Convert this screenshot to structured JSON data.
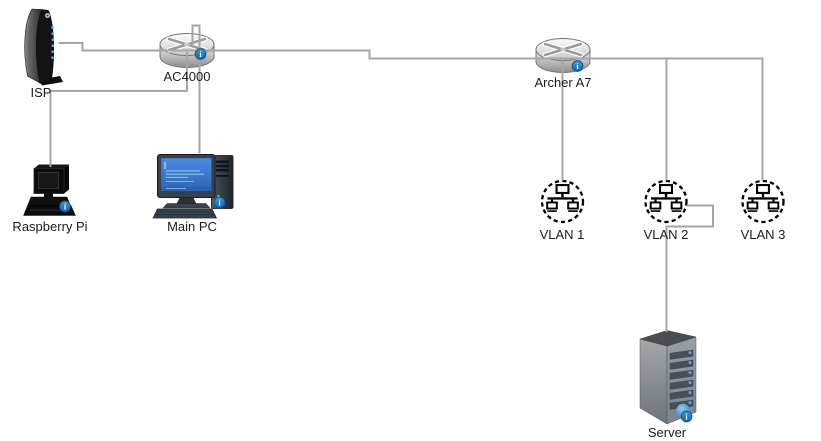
{
  "diagram": {
    "kind": "network-topology",
    "background": "#ffffff",
    "nodes": {
      "isp": {
        "label": "ISP",
        "device": "cable-modem"
      },
      "ac4000": {
        "label": "AC4000",
        "device": "router",
        "badge": "info"
      },
      "archer_a7": {
        "label": "Archer A7",
        "device": "router",
        "badge": "info"
      },
      "raspberry_pi": {
        "label": "Raspberry Pi",
        "device": "computer",
        "badge": "info"
      },
      "main_pc": {
        "label": "Main PC",
        "device": "desktop-pc",
        "badge": "info"
      },
      "vlan1": {
        "label": "VLAN 1",
        "device": "lan-segment"
      },
      "vlan2": {
        "label": "VLAN 2",
        "device": "lan-segment"
      },
      "vlan3": {
        "label": "VLAN 3",
        "device": "lan-segment"
      },
      "server": {
        "label": "Server",
        "device": "server-tower",
        "badge": "info"
      }
    },
    "edges": [
      {
        "from": "isp",
        "to": "ac4000"
      },
      {
        "from": "ac4000",
        "to": "archer_a7"
      },
      {
        "from": "ac4000",
        "to": "raspberry_pi"
      },
      {
        "from": "ac4000",
        "to": "main_pc"
      },
      {
        "from": "archer_a7",
        "to": "vlan1"
      },
      {
        "from": "archer_a7",
        "to": "vlan2"
      },
      {
        "from": "archer_a7",
        "to": "vlan3"
      },
      {
        "from": "vlan2",
        "to": "server"
      }
    ],
    "colors": {
      "connector": "#a6a6a6",
      "label_text": "#1b1b1b",
      "badge_blue": "#1a78c2",
      "screen_blue": "#3f80d8",
      "vlan_stroke": "#000000",
      "led_blue": "#4fabff"
    }
  }
}
